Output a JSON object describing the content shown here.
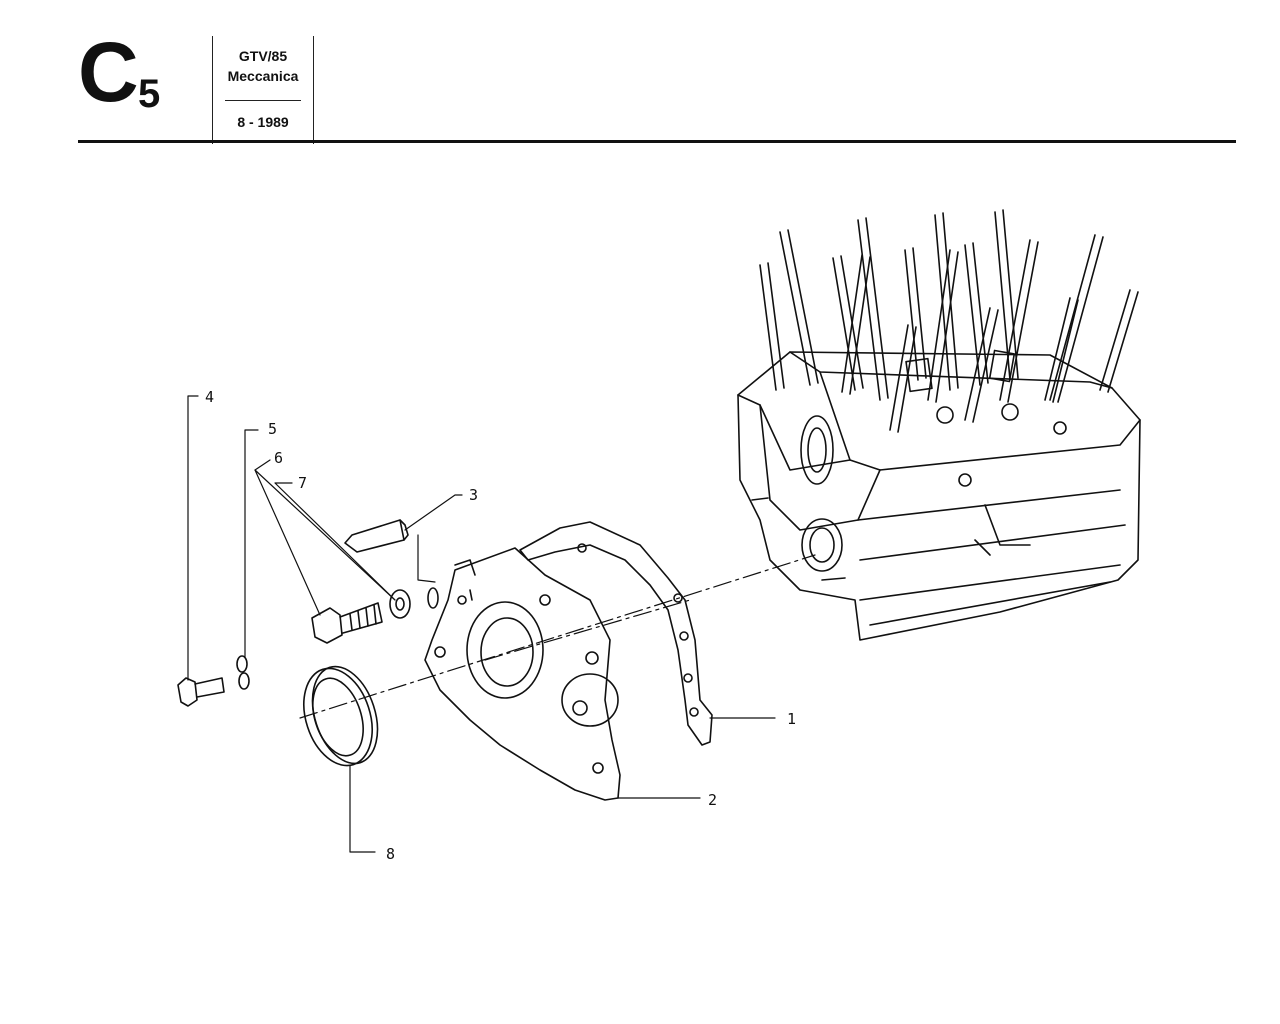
{
  "header": {
    "section_letter": "C",
    "section_number": "5",
    "model": "GTV/85",
    "group": "Meccanica",
    "date": "8 - 1989"
  },
  "callouts": [
    {
      "id": "1",
      "label": "1"
    },
    {
      "id": "2",
      "label": "2"
    },
    {
      "id": "3",
      "label": "3"
    },
    {
      "id": "4",
      "label": "4"
    },
    {
      "id": "5",
      "label": "5"
    },
    {
      "id": "6",
      "label": "6"
    },
    {
      "id": "7",
      "label": "7"
    },
    {
      "id": "8",
      "label": "8"
    }
  ]
}
